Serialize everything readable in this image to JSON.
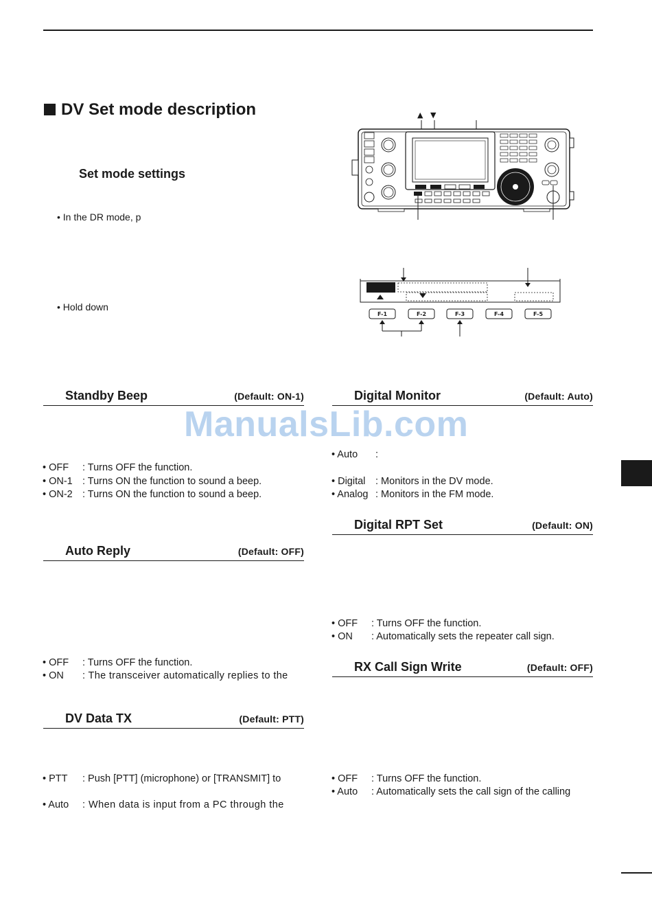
{
  "page": {
    "title": "DV Set mode description",
    "subtitle": "Set mode settings",
    "notes": [
      "• In the DR mode, p",
      "• Hold down"
    ]
  },
  "diagram": {
    "up_arrow": "▲",
    "down_arrow": "▼",
    "function_keys": [
      "F-1",
      "F-2",
      "F-3",
      "F-4",
      "F-5"
    ]
  },
  "watermark": "ManualsLib.com",
  "sections": {
    "standby_beep": {
      "name": "Standby Beep",
      "default": "(Default: ON-1)",
      "items": [
        {
          "key": "• OFF",
          "value": ": Turns OFF the function."
        },
        {
          "key": "• ON-1",
          "value": ": Turns ON the function to sound a beep."
        },
        {
          "key": "• ON-2",
          "value": ": Turns ON the function to sound a beep."
        }
      ]
    },
    "auto_reply": {
      "name": "Auto Reply",
      "default": "(Default: OFF)",
      "items": [
        {
          "key": "• OFF",
          "value": ": Turns OFF the function."
        },
        {
          "key": "• ON",
          "value": ": The transceiver automatically replies to the"
        }
      ]
    },
    "dv_data_tx": {
      "name": "DV Data TX",
      "default": "(Default: PTT)",
      "items": [
        {
          "key": "• PTT",
          "value": ": Push [PTT] (microphone) or [TRANSMIT] to"
        },
        {
          "key": "• Auto",
          "value": ": When data is input from a PC through the"
        }
      ]
    },
    "digital_monitor": {
      "name": "Digital Monitor",
      "default": "(Default: Auto)",
      "items": [
        {
          "key": "• Auto",
          "value": ":"
        },
        {
          "key": "• Digital",
          "value": ": Monitors in the DV mode."
        },
        {
          "key": "• Analog",
          "value": ": Monitors in the FM mode."
        }
      ]
    },
    "digital_rpt_set": {
      "name": "Digital RPT Set",
      "default": "(Default: ON)",
      "items": [
        {
          "key": "• OFF",
          "value": ": Turns OFF the function."
        },
        {
          "key": "• ON",
          "value": ": Automatically sets the repeater call sign."
        }
      ]
    },
    "rx_call_sign_write": {
      "name": "RX Call Sign Write",
      "default": "(Default: OFF)",
      "items": [
        {
          "key": "• OFF",
          "value": ": Turns OFF the function."
        },
        {
          "key": "• Auto",
          "value": ": Automatically sets the call sign of the calling"
        }
      ]
    }
  }
}
